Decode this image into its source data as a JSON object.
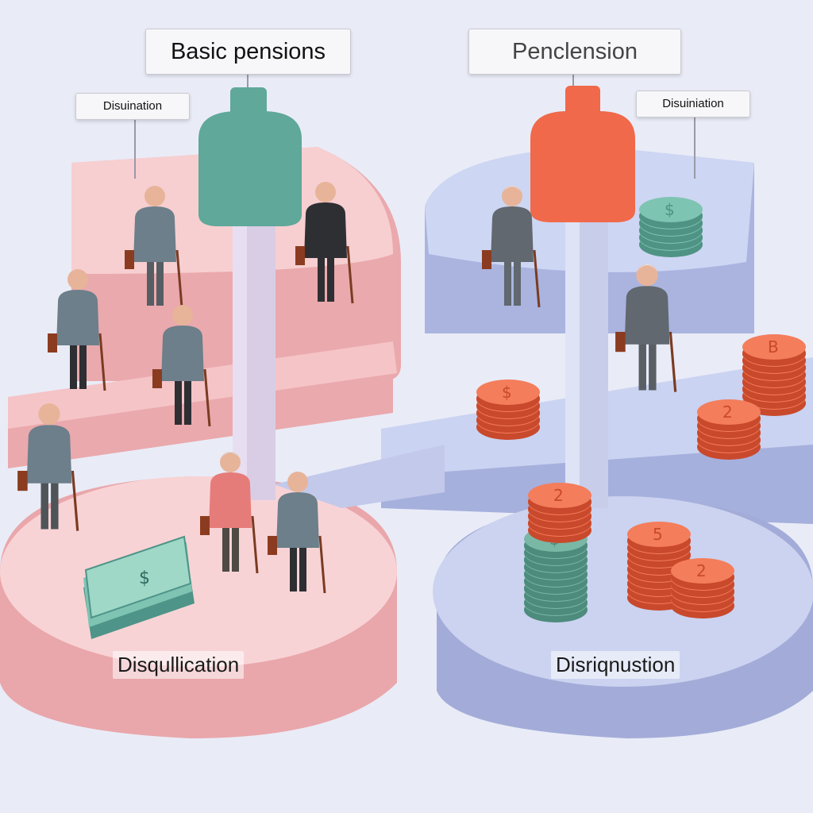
{
  "left_system": {
    "title": "Basic pensions",
    "tag": "Disuination",
    "base_label": "Disqullication",
    "colors": {
      "platform": "#f7c9cb",
      "platform_side": "#eaa9ad",
      "gauge_cap": "#5fa89a"
    }
  },
  "right_system": {
    "title": "Penclension",
    "tag": "Disuiniation",
    "base_label": "Disriqnustion",
    "colors": {
      "platform": "#c9d3f2",
      "platform_side": "#9ea9d9",
      "gauge_cap": "#f0694a"
    }
  },
  "icons": [
    "elderly-person-icon",
    "walking-cane-icon",
    "handbag-icon",
    "banknote-stack-icon",
    "coin-stack-icon"
  ],
  "coin_glyphs": [
    "$",
    "B",
    "2",
    "5"
  ]
}
